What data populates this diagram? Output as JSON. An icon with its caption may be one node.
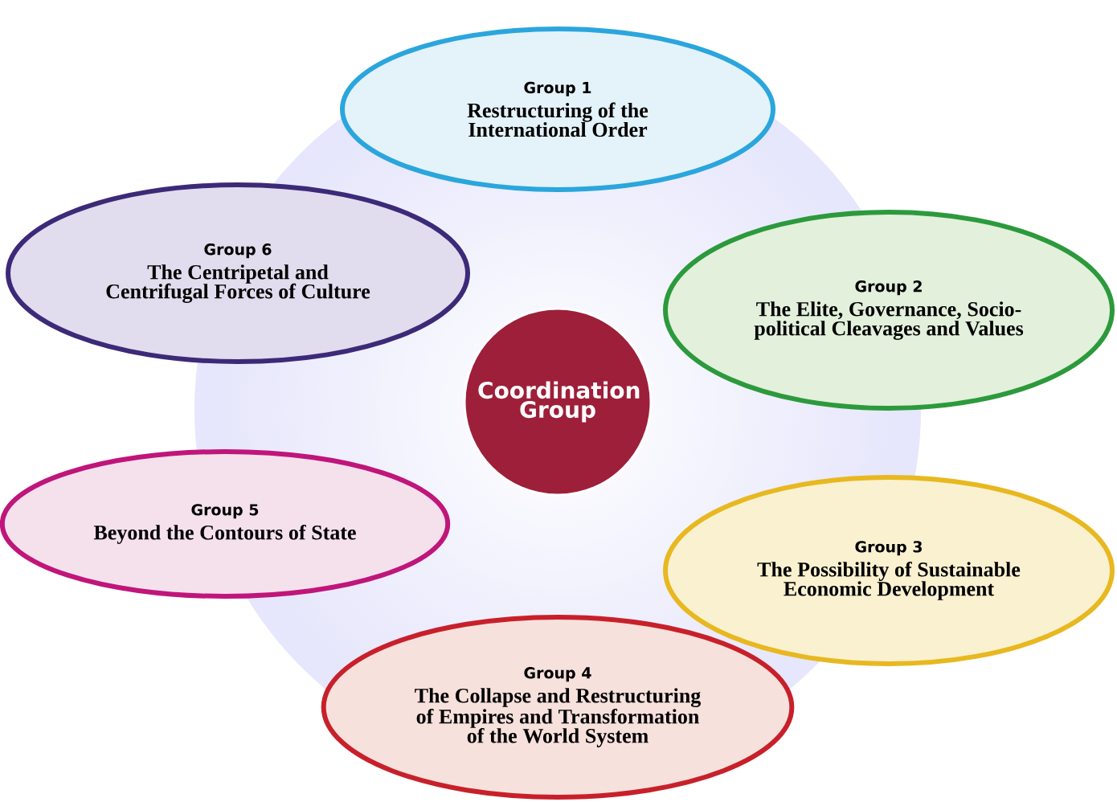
{
  "diagram": {
    "nodes": [
      {
        "text": [
          "Group 1",
          "Restructuring of the International Order"
        ]
      },
      {
        "text": [
          "Group 2",
          "The Elite, Governance, Socio-political Cleavages and Values"
        ]
      },
      {
        "text": [
          "Group 3",
          "The Possibility of Sustainable Economic Development"
        ]
      },
      {
        "text": [
          "Group 4",
          "The Collapse and Restructuring of Empires and Transformation of the World System"
        ]
      },
      {
        "text": [
          "Group 5",
          "Beyond the Contours of State"
        ]
      },
      {
        "text": [
          "Group 6",
          "The Centripetal and Centrifugal Forces of Culture"
        ]
      },
      {
        "text": [
          "Coordination Group"
        ]
      }
    ],
    "edges": []
  }
}
